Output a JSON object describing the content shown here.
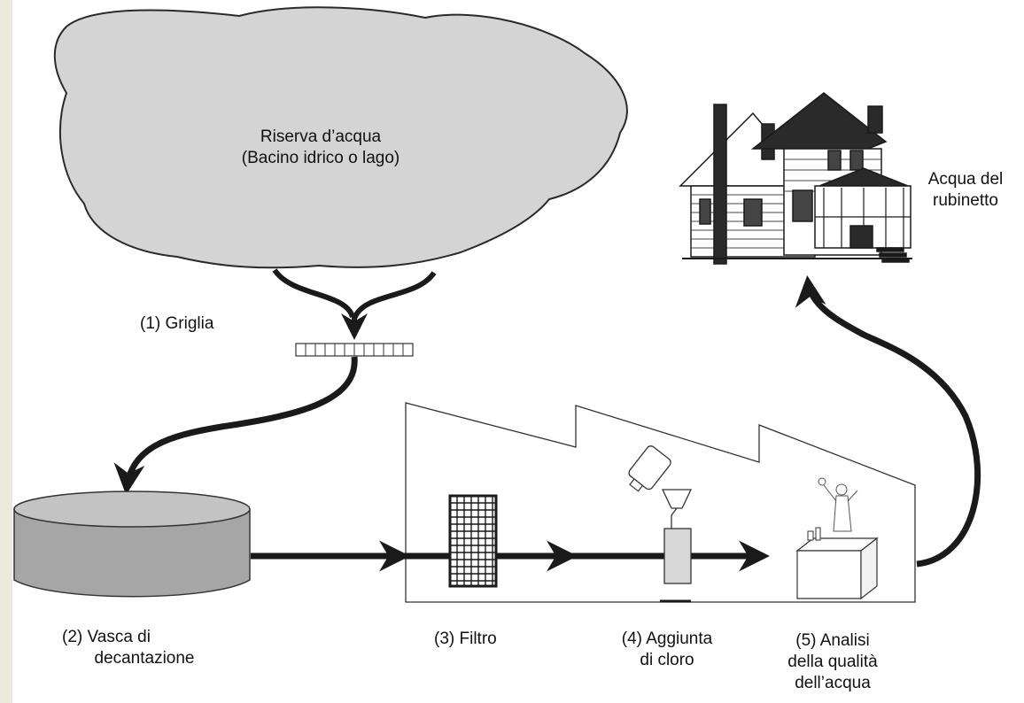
{
  "reservoir": {
    "line1": "Riserva d’acqua",
    "line2": "(Bacino idrico o lago)"
  },
  "house": {
    "line1": "Acqua del",
    "line2": "rubinetto"
  },
  "steps": {
    "grid": "(1) Griglia",
    "settling": {
      "line1": "(2) Vasca di",
      "line2": "decantazione"
    },
    "filter": "(3) Filtro",
    "chlorine": {
      "line1": "(4) Aggiunta",
      "line2": "di cloro"
    },
    "analysis": {
      "line1": "(5) Analisi",
      "line2": "della qualità",
      "line3": "dell’acqua"
    }
  },
  "colors": {
    "cloud": "#d4d4d4",
    "tank": "#a6a6a6",
    "arrow": "#1a1a1a",
    "strip": "#ece8dc"
  }
}
